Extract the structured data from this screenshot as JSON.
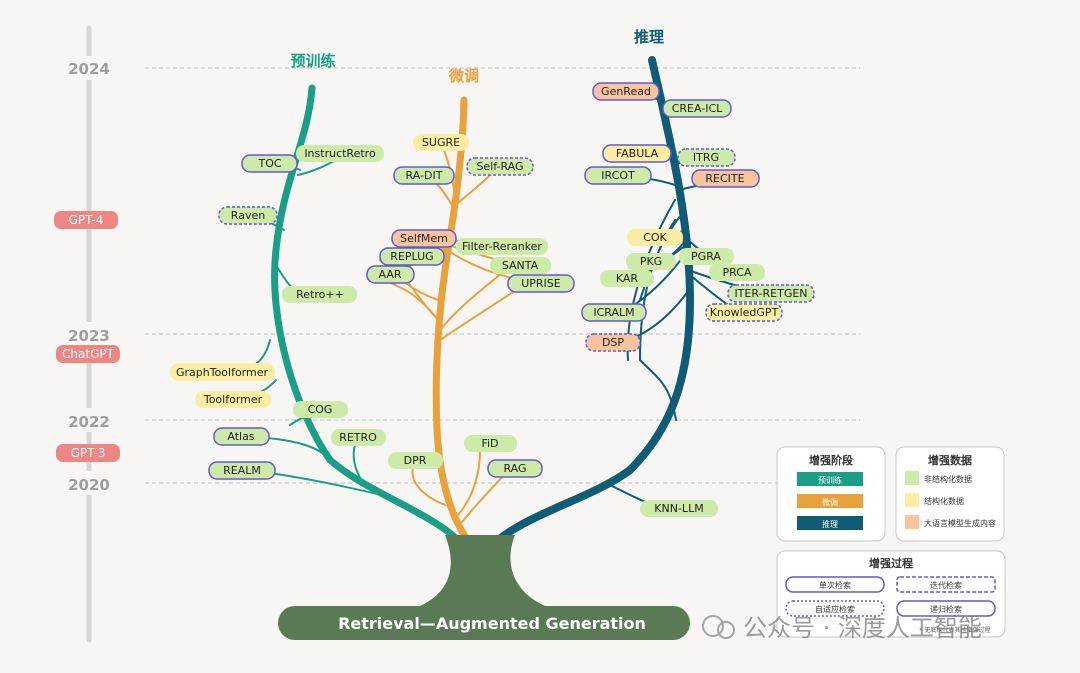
{
  "timeline": {
    "years": [
      "2024",
      "2023",
      "2022",
      "2020"
    ],
    "milestones": [
      "GPT-4",
      "ChatGPT",
      "GPT-3"
    ]
  },
  "branches": {
    "pretrain": "预训练",
    "finetune": "微调",
    "inference": "推理"
  },
  "nodes": {
    "toc": "TOC",
    "instructretro": "InstructRetro",
    "raven": "Raven",
    "retropp": "Retro++",
    "graphtoolformer": "GraphToolformer",
    "toolformer": "Toolformer",
    "cog": "COG",
    "atlas": "Atlas",
    "retro": "RETRO",
    "realm": "REALM",
    "sugre": "SUGRE",
    "selfrag": "Self-RAG",
    "radit": "RA-DIT",
    "selfmem": "SelfMem",
    "filterreranker": "Filter-Reranker",
    "replug": "REPLUG",
    "santa": "SANTA",
    "aar": "AAR",
    "uprise": "UPRISE",
    "fid": "FiD",
    "dpr": "DPR",
    "rag": "RAG",
    "genread": "GenRead",
    "creaicl": "CREA-ICL",
    "fabula": "FABULA",
    "itrg": "ITRG",
    "ircot": "IRCOT",
    "recite": "RECITE",
    "cok": "COK",
    "pkg": "PKG",
    "pgra": "PGRA",
    "kar": "KAR",
    "prca": "PRCA",
    "iterretgen": "ITER-RETGEN",
    "icralm": "ICRALM",
    "knowledgpt": "KnowledGPT",
    "dsp": "DSP",
    "knnllm": "KNN-LLM"
  },
  "root_label": "Retrieval—Augmented Generation",
  "legend": {
    "stage": {
      "title": "增强阶段",
      "items": [
        "预训练",
        "微调",
        "推理"
      ]
    },
    "data": {
      "title": "增强数据",
      "items": [
        "非结构化数据",
        "结构化数据",
        "大语言模型生成内容"
      ]
    },
    "process": {
      "title": "增强过程",
      "items": [
        "单次检索",
        "迭代检索",
        "自适应检索",
        "递归检索"
      ],
      "note": "* 无底框代表其他增强过程"
    }
  },
  "watermark": "公众号 · 深度人工智能",
  "colors": {
    "pretrain": "#1a9e86",
    "finetune": "#e9a23b",
    "inference": "#0f5c74",
    "trunk": "#5a7a55",
    "unstructured": "#cdeaa8",
    "structured": "#fbeea2",
    "llm_generated": "#f8c49e",
    "milestone": "#ee8683",
    "process_border": "#6159d4"
  }
}
